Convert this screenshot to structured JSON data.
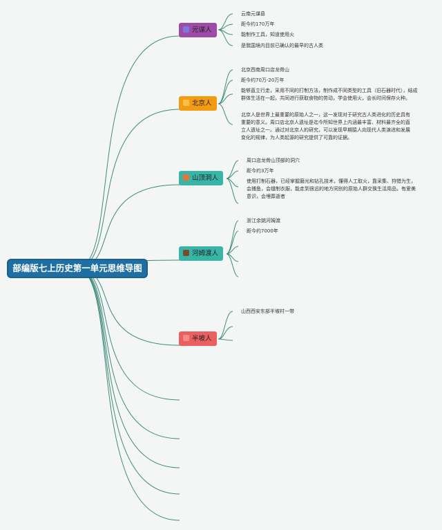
{
  "root": {
    "title": "部编版七上历史第一单元思维导图"
  },
  "branches": [
    {
      "label": "元谋人",
      "color": "#9c4ca6",
      "icon_color": "#7c78dd",
      "icon": "circle-dot-icon",
      "details": [
        "云南元谋县",
        "距今约170万年",
        "能制作工具，知道使用火",
        "是我国境内目前已确认的最早的古人类"
      ]
    },
    {
      "label": "北京人",
      "color": "#f39c12",
      "icon_color": "#f7c04a",
      "icon": "square-icon",
      "details": [
        "北京西南周口店龙骨山",
        "距今约70万-20万年",
        "能够直立行走，采用不同的打制方法，制作成不同类型的工具（旧石器时代），结成群体生活在一起，共同进行获取食物的劳动，学会使用火，会长时间保存火种。",
        "北京人是世界上最重要的原始人之一，这一发现对于研究古人类进化的历史具有重要的意义。周口店北京人遗址是迄今所知世界上内涵最丰富、材料最齐全的直立人遗址之一。通过对北京人的研究，可以发现早期猿人向现代人类演进和发展变化的规律，为人类起源的研究提供了可靠的证据。"
      ]
    },
    {
      "label": "山顶洞人",
      "color": "#39b5a8",
      "icon_color": "#e8743b",
      "icon": "sparkle-icon",
      "details": [
        "周口店龙骨山顶部的洞穴",
        "距今约3万年",
        "使用打制石器，已经掌握磨光和钻孔技术，懂得人工取火，靠采集、狩猎为生，会捕鱼，会缝制衣服，能走到很远的地方同别的原始人群交换生活用品，有爱美意识，会埋葬逝者"
      ]
    },
    {
      "label": "河姆渡人",
      "color": "#39b5a8",
      "icon_color": "#7a4a2a",
      "icon": "tools-icon",
      "details": [
        "浙江余姚河姆渡",
        "距今约7000年"
      ]
    },
    {
      "label": "半坡人",
      "color": "#e9605f",
      "icon_color": "#f28b8a",
      "icon": "square-icon",
      "details": [
        "山西西安东部半坡村一带"
      ]
    }
  ],
  "colors": {
    "link": "#3e8a78",
    "root_bg": "#1f6fa3",
    "background": "#f4f6f6"
  }
}
